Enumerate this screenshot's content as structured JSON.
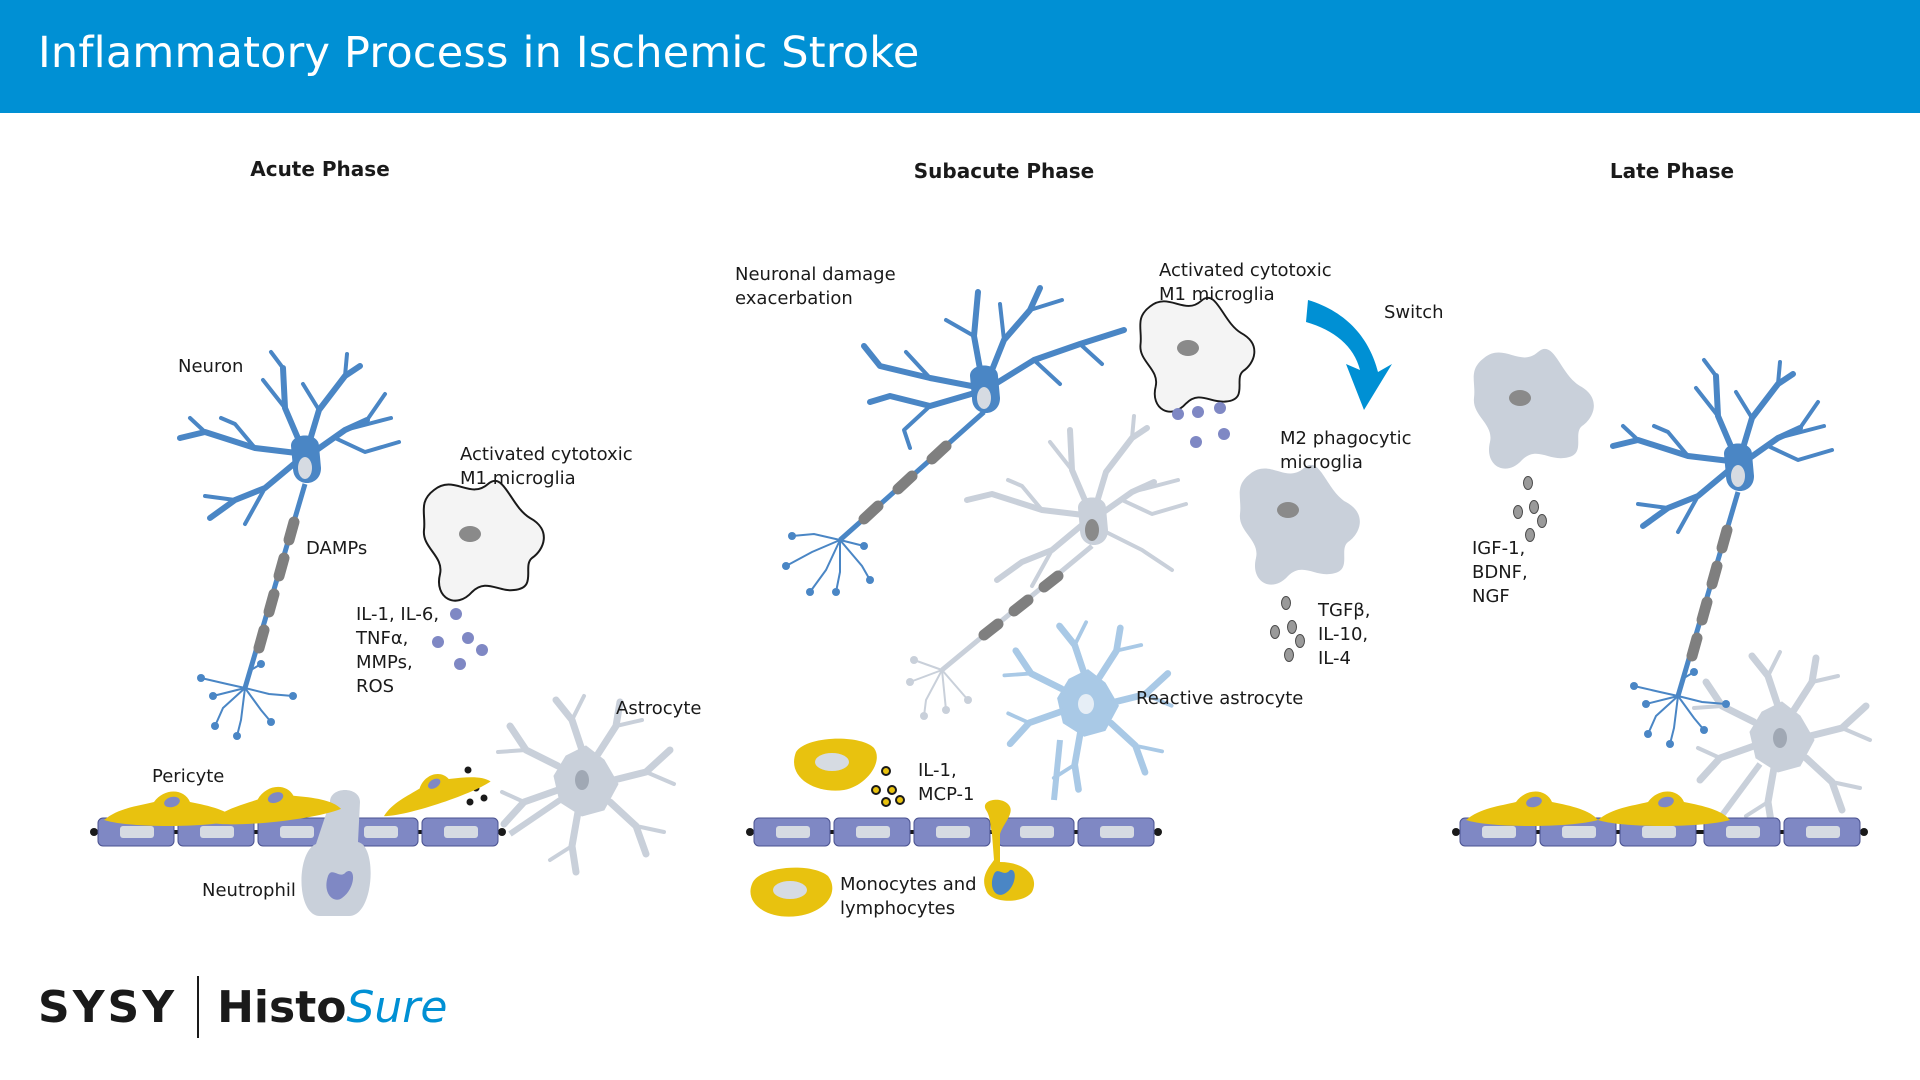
{
  "header": {
    "title": "Inflammatory Process in Ischemic Stroke"
  },
  "colors": {
    "header_bg": "#0090d4",
    "neuron": "#4a86c5",
    "faded_cell": "#c9d0da",
    "myelin": "#7f7f7f",
    "vessel": "#7f88c4",
    "pericyte_yellow": "#e8c20f",
    "cytokine_dot": "#7f88c4",
    "reactive_astrocyte": "#a9c9e6"
  },
  "phases": {
    "acute": {
      "title": "Acute Phase",
      "labels": {
        "neuron": "Neuron",
        "damps": "DAMPs",
        "microglia_l1": "Activated cytotoxic",
        "microglia_l2": "M1 microglia",
        "cyto_l1": "IL-1, IL-6,",
        "cyto_l2": "TNFα,",
        "cyto_l3": "MMPs,",
        "cyto_l4": "ROS",
        "astrocyte": "Astrocyte",
        "pericyte": "Pericyte",
        "neutrophil": "Neutrophil"
      }
    },
    "subacute": {
      "title": "Subacute Phase",
      "labels": {
        "damage_l1": "Neuronal damage",
        "damage_l2": "exacerbation",
        "microglia_l1": "Activated cytotoxic",
        "microglia_l2": "M1 microglia",
        "switch": "Switch",
        "m2_l1": "M2 phagocytic",
        "m2_l2": "microglia",
        "tgf_l1": "TGFβ,",
        "tgf_l2": "IL-10,",
        "tgf_l3": "IL-4",
        "reactive_astrocyte": "Reactive astrocyte",
        "il_l1": "IL-1,",
        "il_l2": "MCP-1",
        "mono_l1": "Monocytes and",
        "mono_l2": "lymphocytes"
      }
    },
    "late": {
      "title": "Late Phase",
      "labels": {
        "gf_l1": "IGF-1,",
        "gf_l2": "BDNF,",
        "gf_l3": "NGF"
      }
    }
  },
  "logo": {
    "left": "SYSY",
    "right_a": "Histo",
    "right_b": "Sure"
  }
}
